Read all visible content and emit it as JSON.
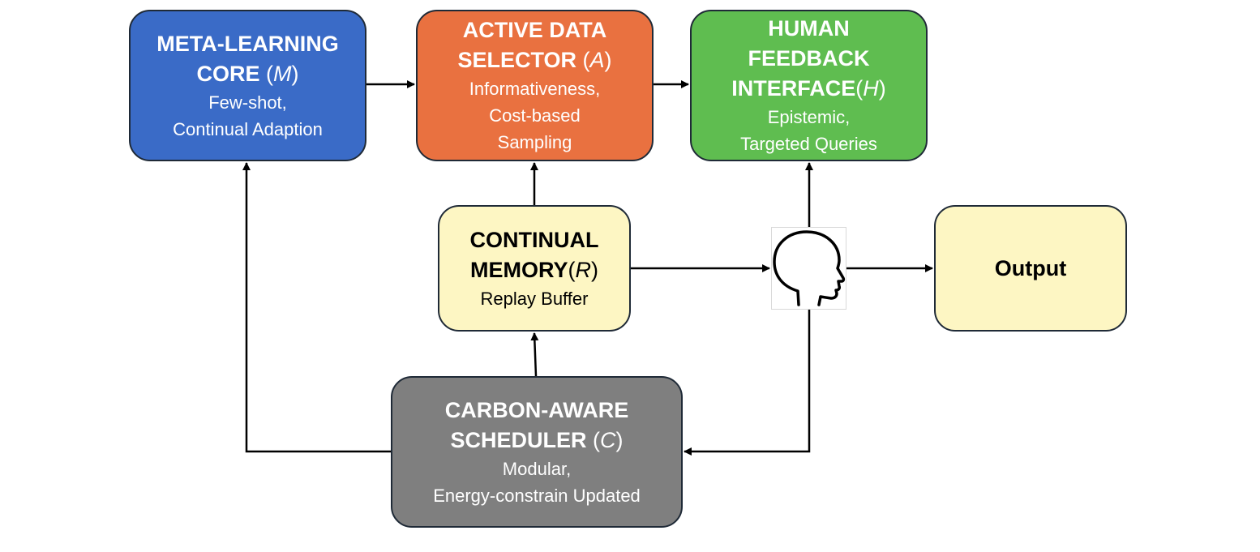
{
  "nodes": {
    "meta": {
      "title_line1": "META-LEARNING",
      "title_line2": "CORE",
      "symbol": "M",
      "desc_line1": "Few-shot,",
      "desc_line2": "Continual Adaption",
      "color": "#3a6bc7"
    },
    "active": {
      "title_line1": "ACTIVE DATA",
      "title_line2": "SELECTOR",
      "symbol": "A",
      "desc_line1": "Informativeness,",
      "desc_line2": "Cost-based",
      "desc_line3": "Sampling",
      "color": "#e97140"
    },
    "human": {
      "title_line1": "HUMAN",
      "title_line2": "FEEDBACK",
      "title_line3": "INTERFACE",
      "symbol": "H",
      "desc_line1": "Epistemic,",
      "desc_line2": "Targeted Queries",
      "color": "#5fbd50"
    },
    "memory": {
      "title_line1": "CONTINUAL",
      "title_line2": "MEMORY",
      "symbol": "R",
      "desc_line1": "Replay Buffer",
      "color": "#fdf6c3"
    },
    "output": {
      "title": "Output",
      "color": "#fdf6c3"
    },
    "carbon": {
      "title_line1": "CARBON-AWARE",
      "title_line2": "SCHEDULER",
      "symbol": "C",
      "desc_line1": "Modular,",
      "desc_line2": "Energy-constrain Updated",
      "color": "#7f7f7f"
    }
  },
  "icons": {
    "human_head": "human-head-icon"
  },
  "edges": [
    {
      "from": "meta",
      "to": "active"
    },
    {
      "from": "active",
      "to": "human"
    },
    {
      "from": "memory",
      "to": "active"
    },
    {
      "from": "memory",
      "to": "human-head"
    },
    {
      "from": "human-head",
      "to": "output"
    },
    {
      "from": "human-head",
      "to": "human"
    },
    {
      "from": "human-head",
      "to": "carbon"
    },
    {
      "from": "carbon",
      "to": "memory"
    },
    {
      "from": "carbon",
      "to": "meta"
    }
  ]
}
